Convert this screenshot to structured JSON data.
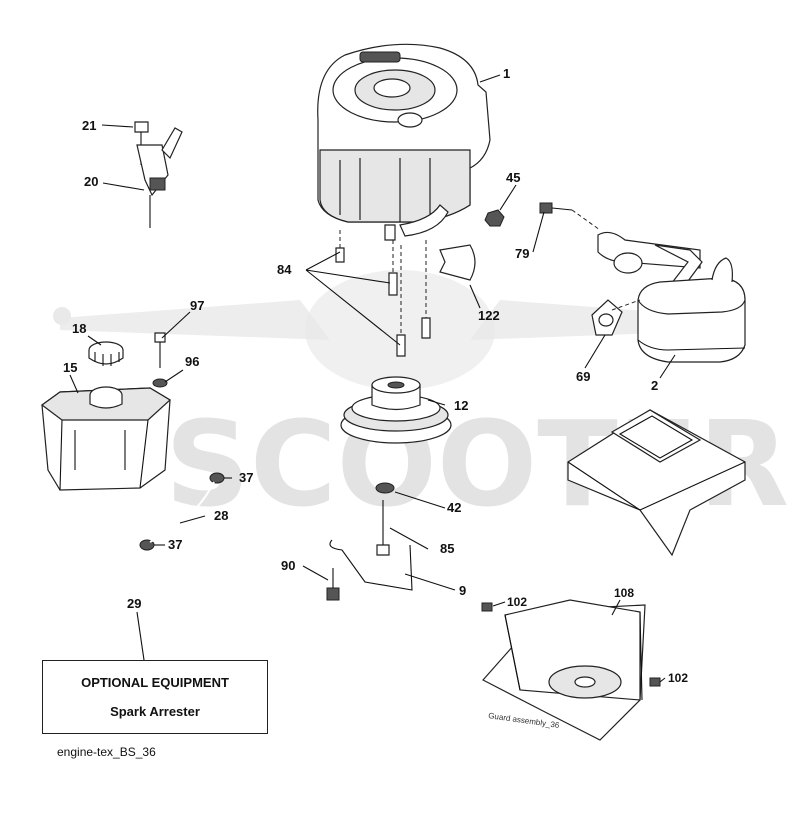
{
  "watermark": {
    "text": "SCOOTER"
  },
  "optional_equipment": {
    "title": "OPTIONAL EQUIPMENT",
    "subtitle": "Spark Arrester"
  },
  "caption": "engine-tex_BS_36",
  "guard_label": "Guard assembly_36",
  "callouts": {
    "p1": "1",
    "p2": "2",
    "p9": "9",
    "p12": "12",
    "p15": "15",
    "p18": "18",
    "p20": "20",
    "p21": "21",
    "p28": "28",
    "p29": "29",
    "p37a": "37",
    "p37b": "37",
    "p42": "42",
    "p45": "45",
    "p69": "69",
    "p79": "79",
    "p84": "84",
    "p85": "85",
    "p90": "90",
    "p96": "96",
    "p97": "97",
    "p102a": "102",
    "p102b": "102",
    "p108": "108",
    "p122": "122"
  }
}
